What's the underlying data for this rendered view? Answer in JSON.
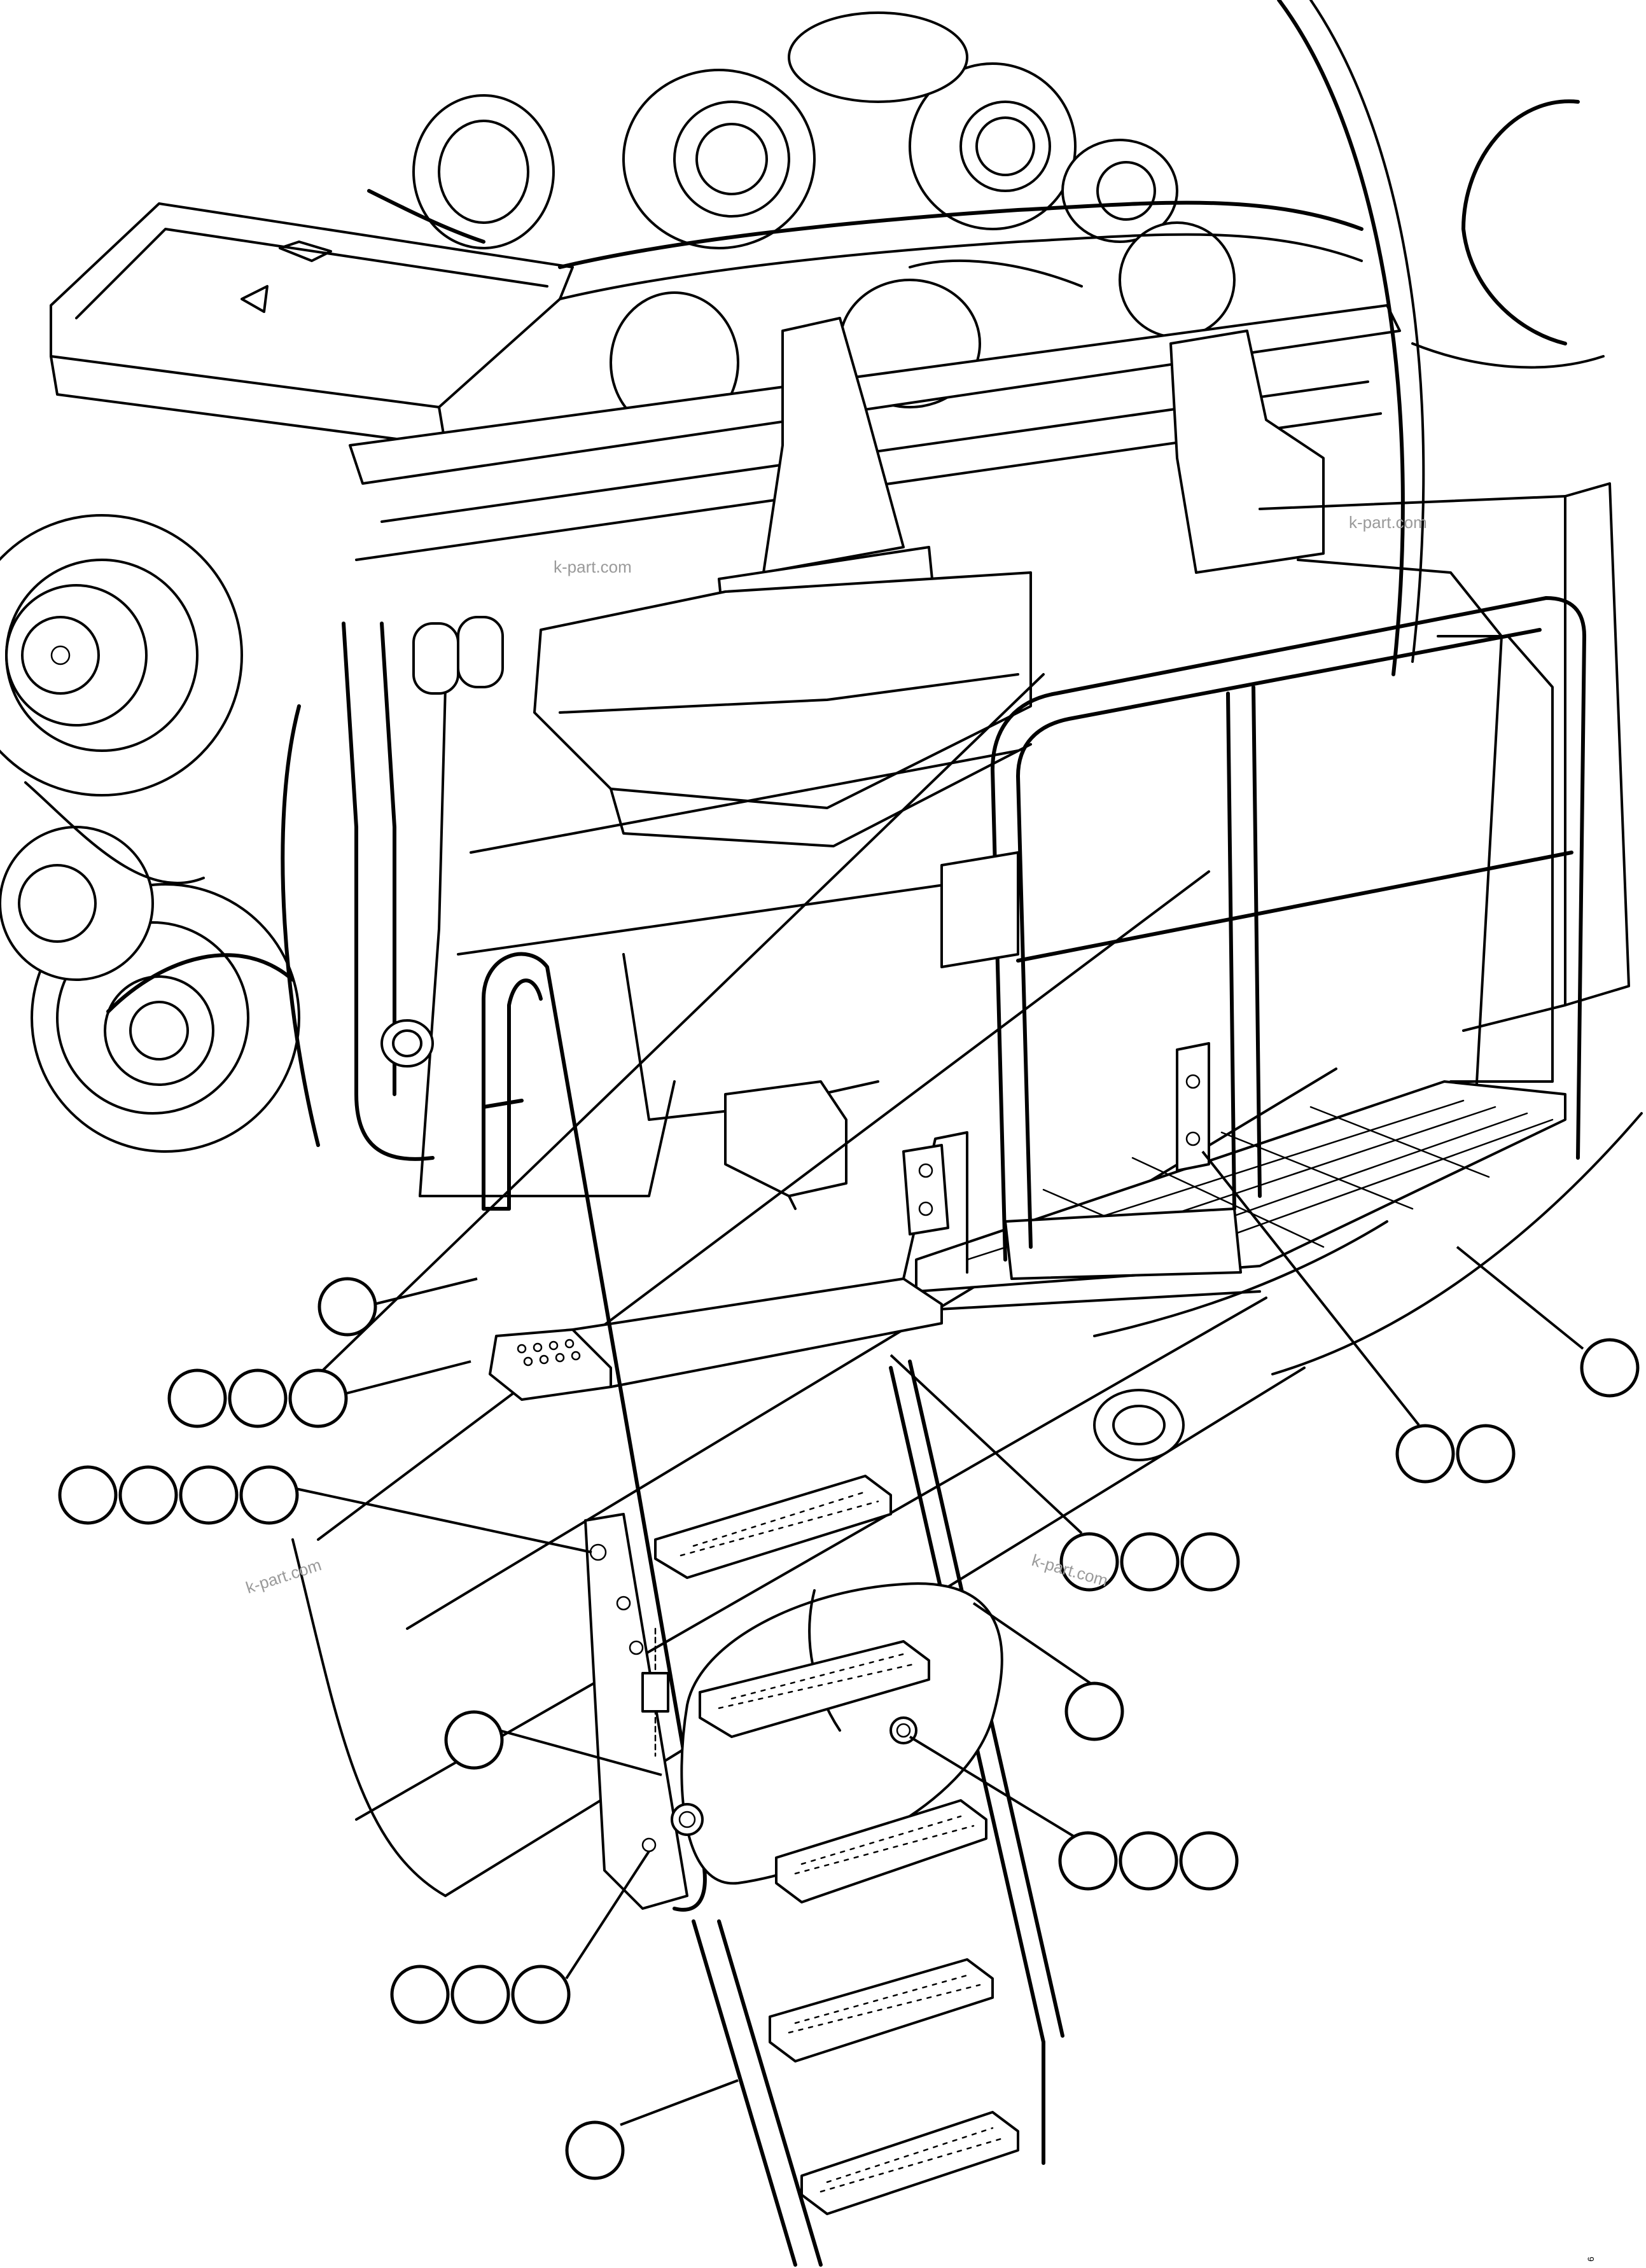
{
  "figure": {
    "watermark": "k-part.com",
    "drawing_code": "6"
  },
  "callouts": [
    {
      "id": "callout-left-rail",
      "count": 1
    },
    {
      "id": "callout-platform-bolt",
      "count": 3
    },
    {
      "id": "callout-bracket-bolt-upper",
      "count": 4
    },
    {
      "id": "callout-landing-side",
      "count": 1
    },
    {
      "id": "callout-landing-bolt",
      "count": 2
    },
    {
      "id": "callout-step-pivot-bolt",
      "count": 3
    },
    {
      "id": "callout-stair-stringer",
      "count": 1
    },
    {
      "id": "callout-ladder-bracket",
      "count": 1
    },
    {
      "id": "callout-stringer-bolt",
      "count": 3
    },
    {
      "id": "callout-lower-pivot-bolt",
      "count": 3
    },
    {
      "id": "callout-lower-stair",
      "count": 1
    }
  ],
  "colors": {
    "line": "#000000",
    "paper": "#ffffff",
    "watermark": "#9a9a9a"
  }
}
